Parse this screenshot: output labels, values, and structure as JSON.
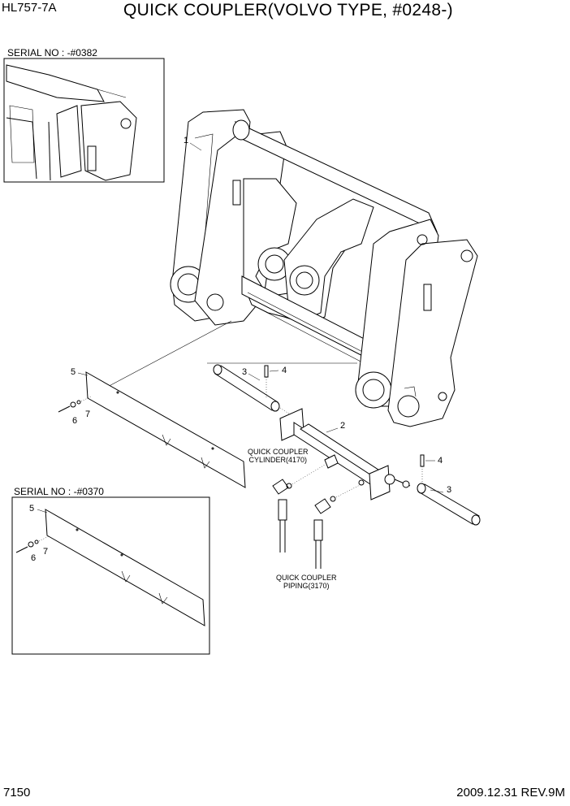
{
  "header": {
    "model": "HL757-7A",
    "title": "QUICK COUPLER(VOLVO TYPE, #0248-)"
  },
  "insets": {
    "upper_serial": "SERIAL NO : -#0382",
    "lower_serial": "SERIAL NO : -#0370"
  },
  "callouts": {
    "c1": "1",
    "c2": "2",
    "c3a": "3",
    "c3b": "3",
    "c4a": "4",
    "c4b": "4",
    "c5a": "5",
    "c5b": "5",
    "c6a": "6",
    "c6b": "6",
    "c7a": "7",
    "c7b": "7"
  },
  "notes": {
    "cylinder_line1": "QUICK COUPLER",
    "cylinder_line2": "CYLINDER(4170)",
    "piping_line1": "QUICK COUPLER",
    "piping_line2": "PIPING(3170)"
  },
  "footer": {
    "page_number": "7150",
    "date_revision": "2009.12.31  REV.9M"
  }
}
